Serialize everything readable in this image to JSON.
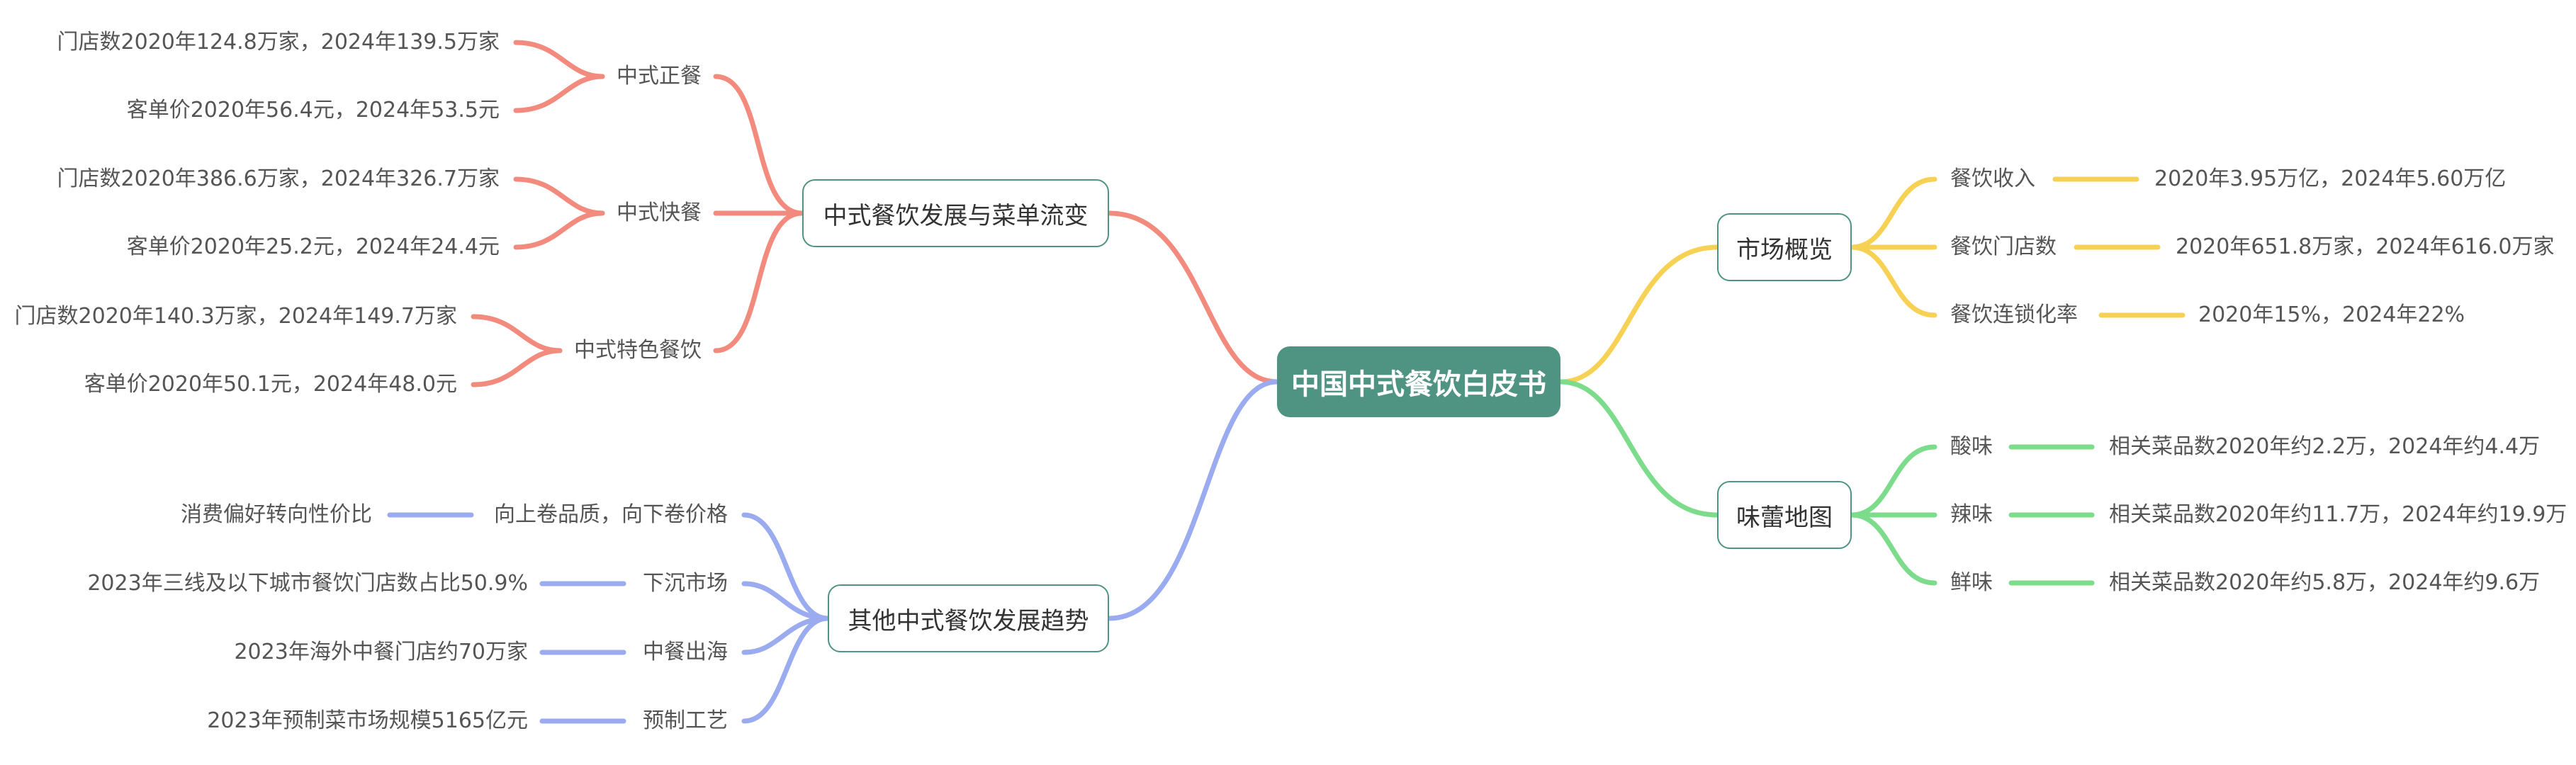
{
  "root": {
    "label": "中国中式餐饮白皮书"
  },
  "branches": {
    "menu_evolution": {
      "label": "中式餐饮发展与菜单流变",
      "color": "#f28b7d",
      "children": [
        {
          "label": "中式正餐",
          "leaves": [
            "门店数2020年124.8万家，2024年139.5万家",
            "客单价2020年56.4元，2024年53.5元"
          ]
        },
        {
          "label": "中式快餐",
          "leaves": [
            "门店数2020年386.6万家，2024年326.7万家",
            "客单价2020年25.2元，2024年24.4元"
          ]
        },
        {
          "label": "中式特色餐饮",
          "leaves": [
            "门店数2020年140.3万家，2024年149.7万家",
            "客单价2020年50.1元，2024年48.0元"
          ]
        }
      ]
    },
    "other_trends": {
      "label": "其他中式餐饮发展趋势",
      "color": "#9aabef",
      "children": [
        {
          "label": "向上卷品质，向下卷价格",
          "leaf": "消费偏好转向性价比"
        },
        {
          "label": "下沉市场",
          "leaf": "2023年三线及以下城市餐饮门店数占比50.9%"
        },
        {
          "label": "中餐出海",
          "leaf": "2023年海外中餐门店约70万家"
        },
        {
          "label": "预制工艺",
          "leaf": "2023年预制菜市场规模5165亿元"
        }
      ]
    },
    "market_overview": {
      "label": "市场概览",
      "color": "#f7d154",
      "children": [
        {
          "label": "餐饮收入",
          "leaf": "2020年3.95万亿，2024年5.60万亿"
        },
        {
          "label": "餐饮门店数",
          "leaf": "2020年651.8万家，2024年616.0万家"
        },
        {
          "label": "餐饮连锁化率",
          "leaf": "2020年15%，2024年22%"
        }
      ]
    },
    "taste_map": {
      "label": "味蕾地图",
      "color": "#7ddb8c",
      "children": [
        {
          "label": "酸味",
          "leaf": "相关菜品数2020年约2.2万，2024年约4.4万"
        },
        {
          "label": "辣味",
          "leaf": "相关菜品数2020年约11.7万，2024年约19.9万"
        },
        {
          "label": "鲜味",
          "leaf": "相关菜品数2020年约5.8万，2024年约9.6万"
        }
      ]
    }
  }
}
